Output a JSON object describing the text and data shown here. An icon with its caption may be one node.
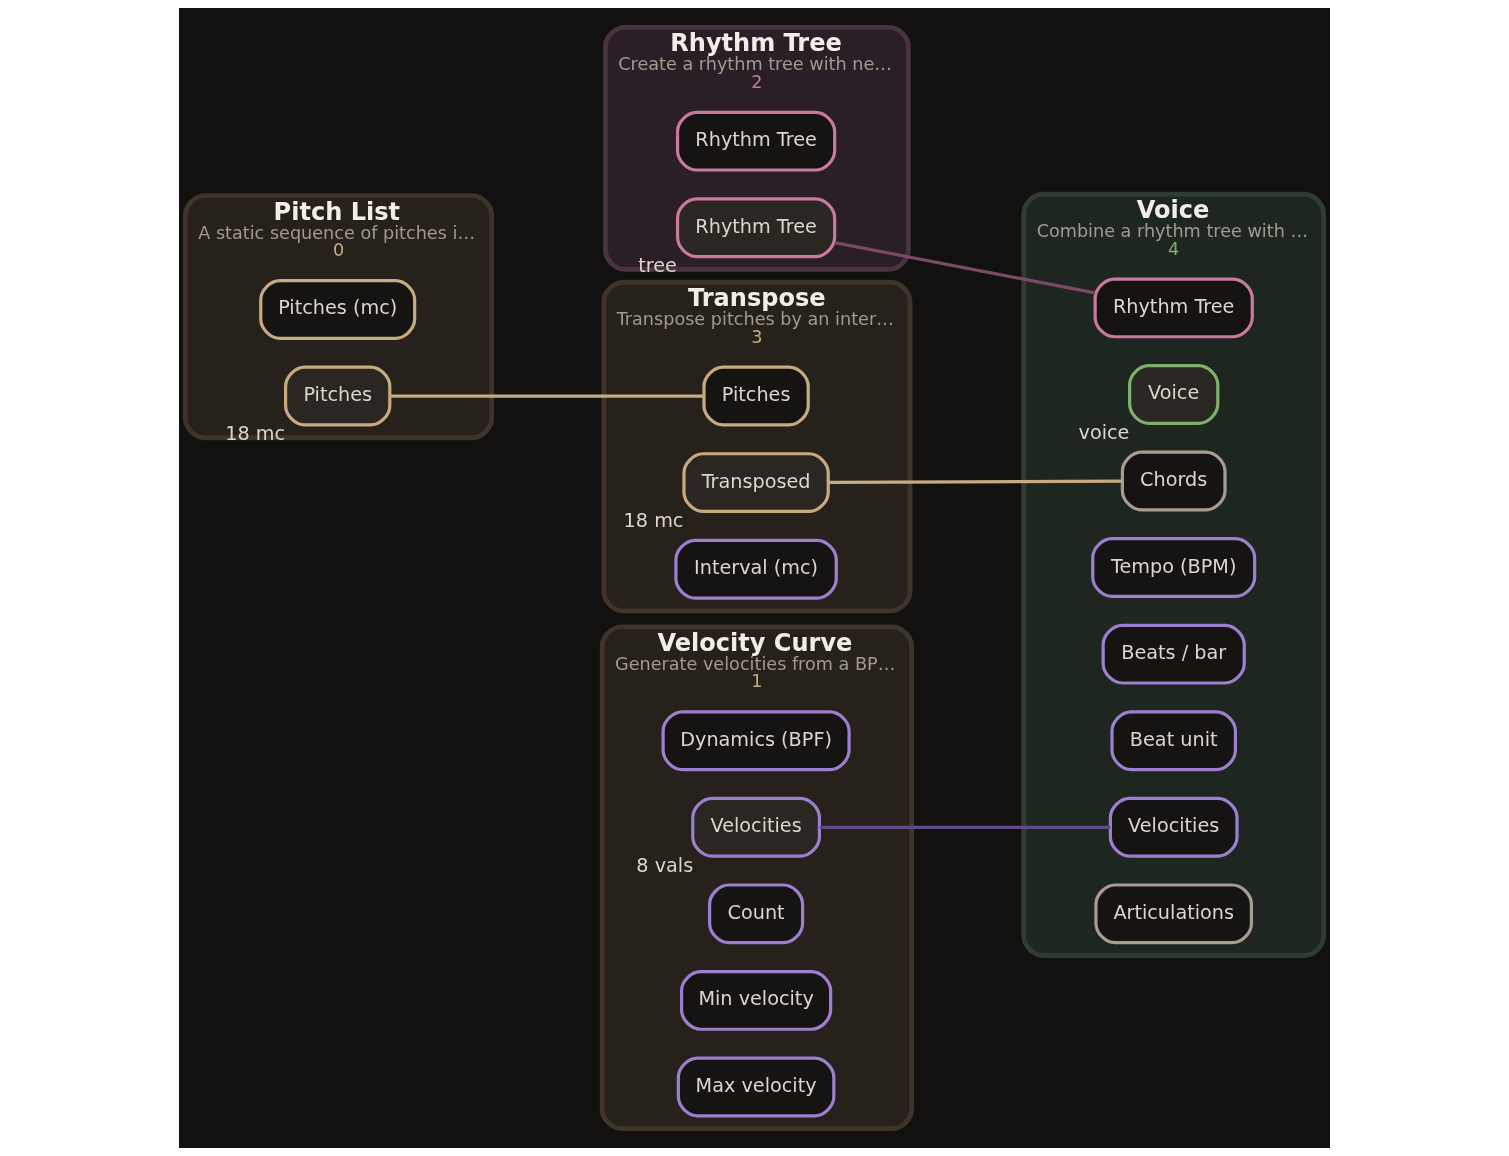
{
  "diagram": {
    "nodes": [
      {
        "text": [
          "Rhythm Tree",
          "Create a rhythm tree with ne…",
          "2"
        ]
      },
      {
        "text": [
          "Rhythm Tree"
        ],
        "in": 0
      },
      {
        "text": [
          "Rhythm Tree"
        ],
        "in": 0,
        "beside": [
          "tree"
        ]
      },
      {
        "text": [
          "Pitch List",
          "A static sequence of pitches i…",
          "0"
        ]
      },
      {
        "text": [
          "Pitches (mc)"
        ],
        "in": 3
      },
      {
        "text": [
          "Pitches"
        ],
        "in": 3,
        "beside": [
          "18 mc"
        ]
      },
      {
        "text": [
          "Transpose",
          "Transpose pitches by an inter…",
          "3"
        ]
      },
      {
        "text": [
          "Pitches"
        ],
        "in": 6
      },
      {
        "text": [
          "Transposed"
        ],
        "in": 6,
        "beside": [
          "18 mc"
        ]
      },
      {
        "text": [
          "Interval (mc)"
        ],
        "in": 6
      },
      {
        "text": [
          "Voice",
          "Combine a rhythm tree with …",
          "4"
        ]
      },
      {
        "text": [
          "Rhythm Tree"
        ],
        "in": 10
      },
      {
        "text": [
          "Voice"
        ],
        "in": 10,
        "beside": [
          "voice"
        ]
      },
      {
        "text": [
          "Chords"
        ],
        "in": 10
      },
      {
        "text": [
          "Tempo (BPM)"
        ],
        "in": 10
      },
      {
        "text": [
          "Beats / bar"
        ],
        "in": 10
      },
      {
        "text": [
          "Beat unit"
        ],
        "in": 10
      },
      {
        "text": [
          "Velocities"
        ],
        "in": 10
      },
      {
        "text": [
          "Articulations"
        ],
        "in": 10
      },
      {
        "text": [
          "Velocity Curve",
          "Generate velocities from a BP…",
          "1"
        ]
      },
      {
        "text": [
          "Dynamics (BPF)"
        ],
        "in": 19
      },
      {
        "text": [
          "Velocities"
        ],
        "in": 19,
        "beside": [
          "8 vals"
        ]
      },
      {
        "text": [
          "Count"
        ],
        "in": 19
      },
      {
        "text": [
          "Min velocity"
        ],
        "in": 19
      },
      {
        "text": [
          "Max velocity"
        ],
        "in": 19
      }
    ],
    "edges": [
      {
        "from": 2,
        "to": 11,
        "arrow": "none",
        "color": "#7a4a66"
      },
      {
        "from": 5,
        "to": 7,
        "arrow": "none"
      },
      {
        "from": 8,
        "to": 13,
        "arrow": "none"
      },
      {
        "from": 21,
        "to": 17,
        "arrow": "none",
        "color": "#5e4a85"
      }
    ]
  }
}
